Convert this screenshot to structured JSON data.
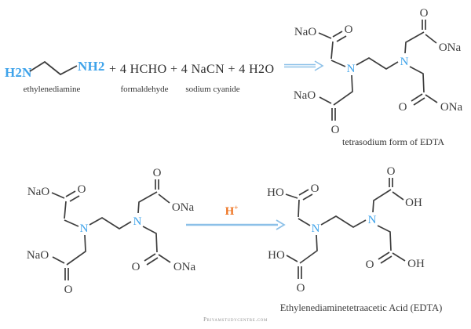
{
  "equation": {
    "amine_left": "H2N",
    "amine_right": "NH2",
    "reagents": "+ 4 HCHO + 4 NaCN + 4 H2O",
    "label_amine": "ethylenediamine",
    "label_formaldehyde": "formaldehyde",
    "label_cyanide": "sodium cyanide"
  },
  "catalyst": {
    "base": "H",
    "sup": "+"
  },
  "tetrasodium": {
    "nao_upper": "NaO",
    "o_upper_left": "O",
    "o_upper_right": "O",
    "ona_upper": "ONa",
    "n_left": "N",
    "n_right": "N",
    "nao_lower": "NaO",
    "o_lower_left": "O",
    "o_lower_right": "O",
    "ona_lower": "ONa",
    "caption": "tetrasodium form of EDTA"
  },
  "acid": {
    "ho_upper": "HO",
    "o_upper_left": "O",
    "o_upper_right": "O",
    "oh_upper": "OH",
    "n_left": "N",
    "n_right": "N",
    "ho_lower": "HO",
    "o_lower_left": "O",
    "o_lower_right": "O",
    "oh_lower": "OH",
    "caption": "Ethylenediaminetetraacetic Acid (EDTA)"
  },
  "watermark": "Priyamstudycentre.com",
  "colors": {
    "nitrogen_blue": "#3fa3ea",
    "bond_gray": "#3d3d3d",
    "arrow_blue": "#8cc0e8",
    "catalyst_orange": "#ee7422"
  }
}
